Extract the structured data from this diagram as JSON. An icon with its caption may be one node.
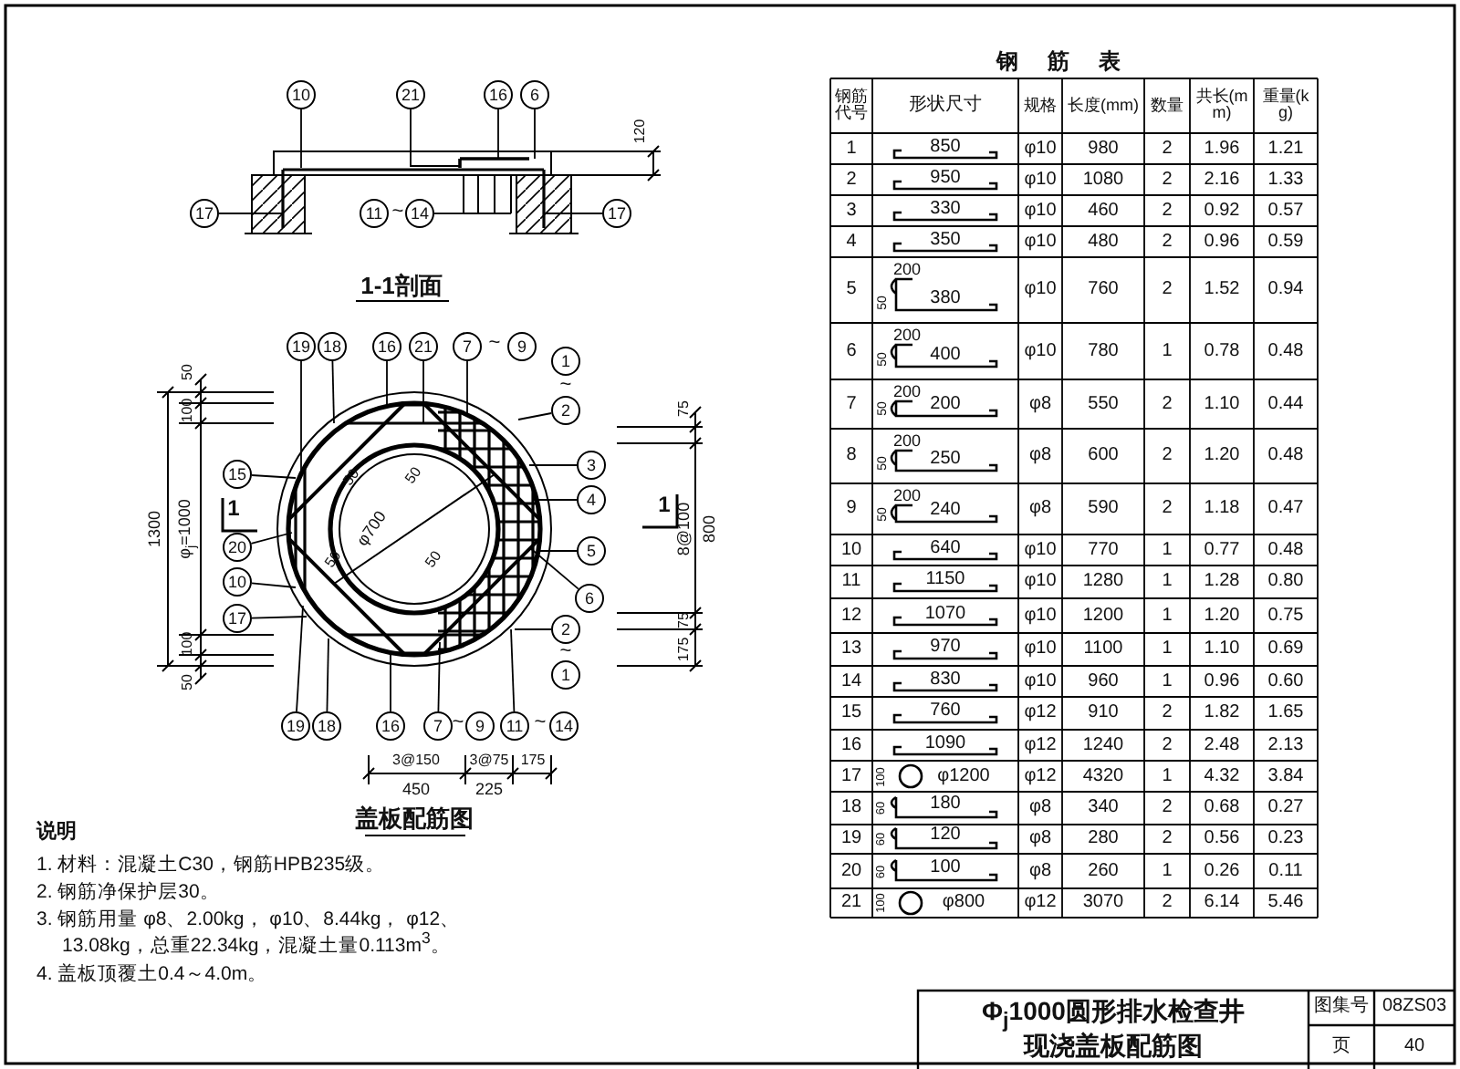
{
  "diagram": {
    "nodes": [
      {
        "text": [
          "10"
        ]
      },
      {
        "text": [
          "21"
        ]
      },
      {
        "text": [
          "16"
        ]
      },
      {
        "text": [
          "6"
        ]
      },
      {
        "text": [
          "17"
        ]
      },
      {
        "text": [
          "11"
        ]
      },
      {
        "text": [
          "14"
        ]
      },
      {
        "text": [
          "17"
        ]
      },
      {
        "text": [
          "19"
        ]
      },
      {
        "text": [
          "18"
        ]
      },
      {
        "text": [
          "16"
        ]
      },
      {
        "text": [
          "21"
        ]
      },
      {
        "text": [
          "7"
        ]
      },
      {
        "text": [
          "9"
        ]
      },
      {
        "text": [
          "1"
        ]
      },
      {
        "text": [
          "2"
        ]
      },
      {
        "text": [
          "3"
        ]
      },
      {
        "text": [
          "4"
        ]
      },
      {
        "text": [
          "5"
        ]
      },
      {
        "text": [
          "6"
        ]
      },
      {
        "text": [
          "2"
        ]
      },
      {
        "text": [
          "1"
        ]
      },
      {
        "text": [
          "15"
        ]
      },
      {
        "text": [
          "20"
        ]
      },
      {
        "text": [
          "10"
        ]
      },
      {
        "text": [
          "17"
        ]
      },
      {
        "text": [
          "19"
        ]
      },
      {
        "text": [
          "18"
        ]
      },
      {
        "text": [
          "16"
        ]
      },
      {
        "text": [
          "7"
        ]
      },
      {
        "text": [
          "9"
        ]
      },
      {
        "text": [
          "11"
        ]
      },
      {
        "text": [
          "14"
        ]
      }
    ],
    "edges": [
      {
        "from": 0,
        "to": null,
        "arrow": "none"
      },
      {
        "from": 1,
        "to": null,
        "arrow": "none"
      },
      {
        "from": 2,
        "to": null,
        "arrow": "none"
      },
      {
        "from": 3,
        "to": null,
        "arrow": "none"
      },
      {
        "from": 4,
        "to": null,
        "arrow": "none"
      },
      {
        "from": 6,
        "to": null,
        "arrow": "none"
      },
      {
        "from": 7,
        "to": null,
        "arrow": "none"
      },
      {
        "from": 8,
        "to": null,
        "arrow": "none"
      },
      {
        "from": 9,
        "to": null,
        "arrow": "none"
      },
      {
        "from": 10,
        "to": null,
        "arrow": "none"
      },
      {
        "from": 11,
        "to": null,
        "arrow": "none"
      },
      {
        "from": 12,
        "to": null,
        "arrow": "none"
      },
      {
        "from": 15,
        "to": null,
        "arrow": "none"
      },
      {
        "from": 16,
        "to": null,
        "arrow": "none"
      },
      {
        "from": 17,
        "to": null,
        "arrow": "none"
      },
      {
        "from": 18,
        "to": null,
        "arrow": "none"
      },
      {
        "from": 19,
        "to": null,
        "arrow": "none"
      },
      {
        "from": 20,
        "to": null,
        "arrow": "none"
      },
      {
        "from": 22,
        "to": null,
        "arrow": "none"
      },
      {
        "from": 23,
        "to": null,
        "arrow": "none"
      },
      {
        "from": 24,
        "to": null,
        "arrow": "none"
      },
      {
        "from": 25,
        "to": null,
        "arrow": "none"
      },
      {
        "from": 26,
        "to": null,
        "arrow": "none"
      },
      {
        "from": 27,
        "to": null,
        "arrow": "none"
      },
      {
        "from": 28,
        "to": null,
        "arrow": "none"
      },
      {
        "from": 29,
        "to": null,
        "arrow": "none"
      },
      {
        "from": 31,
        "to": null,
        "arrow": "none"
      }
    ],
    "labels": [
      "120",
      "1-1剖面",
      "50",
      "100",
      "1300",
      "φ$_{j}$=1000",
      "100",
      "50",
      "75",
      "8@100",
      "800",
      "75",
      "175",
      "1",
      "1",
      "50",
      "50",
      "φ700",
      "50",
      "50",
      "3@150",
      "3@75",
      "175",
      "450",
      "225",
      "~",
      "~",
      "~",
      "~",
      "~",
      "~",
      "盖板配筋图",
      "说明",
      "1. 材料：混凝土C30，钢筋HPB235级。",
      "2. 钢筋净保护层30。",
      "3. 钢筋用量 φ8、2.00kg， φ10、8.44kg， φ12、13.08kg，总重22.34kg，混凝土量0.113m$^{3}$。",
      "4. 盖板顶覆土0.4～4.0m。",
      "钢筋表",
      "钢筋代号",
      "形状尺寸",
      "规格",
      "长度(mm)",
      "数量",
      "共长(mm)",
      "重量(kg)",
      "1",
      "850",
      "φ10",
      "980",
      "2",
      "1.96",
      "1.21",
      "2",
      "950",
      "φ10",
      "1080",
      "2",
      "2.16",
      "1.33",
      "3",
      "330",
      "φ10",
      "460",
      "2",
      "0.92",
      "0.57",
      "4",
      "350",
      "φ10",
      "480",
      "2",
      "0.96",
      "0.59",
      "5",
      "200",
      "50",
      "380",
      "φ10",
      "760",
      "2",
      "1.52",
      "0.94",
      "6",
      "200",
      "50",
      "400",
      "φ10",
      "780",
      "1",
      "0.78",
      "0.48",
      "7",
      "200",
      "50",
      "200",
      "φ8",
      "550",
      "2",
      "1.10",
      "0.44",
      "8",
      "200",
      "50",
      "250",
      "φ8",
      "600",
      "2",
      "1.20",
      "0.48",
      "9",
      "200",
      "50",
      "240",
      "φ8",
      "590",
      "2",
      "1.18",
      "0.47",
      "10",
      "640",
      "φ10",
      "770",
      "1",
      "0.77",
      "0.48",
      "11",
      "1150",
      "φ10",
      "1280",
      "1",
      "1.28",
      "0.80",
      "12",
      "1070",
      "φ10",
      "1200",
      "1",
      "1.20",
      "0.75",
      "13",
      "970",
      "φ10",
      "1100",
      "1",
      "1.10",
      "0.69",
      "14",
      "830",
      "φ10",
      "960",
      "1",
      "0.96",
      "0.60",
      "15",
      "760",
      "φ12",
      "910",
      "2",
      "1.82",
      "1.65",
      "16",
      "1090",
      "φ12",
      "1240",
      "2",
      "2.48",
      "2.13",
      "17",
      "100",
      "φ1200",
      "φ12",
      "4320",
      "1",
      "4.32",
      "3.84",
      "18",
      "60",
      "180",
      "φ8",
      "340",
      "2",
      "0.68",
      "0.27",
      "19",
      "60",
      "120",
      "φ8",
      "280",
      "2",
      "0.56",
      "0.23",
      "20",
      "60",
      "100",
      "φ8",
      "260",
      "1",
      "0.26",
      "0.11",
      "21",
      "100",
      "φ800",
      "φ12",
      "3070",
      "2",
      "6.14",
      "5.46",
      "Φ$_{j}$1000圆形排水检查井现浇盖板配筋图",
      "图集号",
      "08ZS03",
      "页",
      "40"
    ]
  }
}
